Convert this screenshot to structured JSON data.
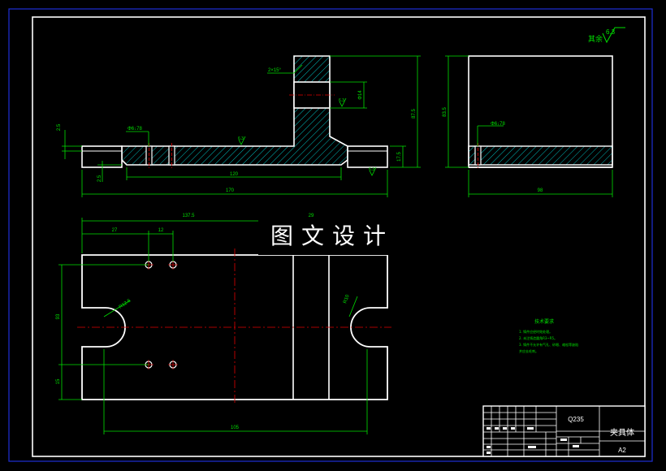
{
  "drawing": {
    "roughness": {
      "symbol_value": "6.3",
      "prefix": "其余"
    },
    "banner": "图文设计",
    "title_block": {
      "material": "Q235",
      "part_name": "夹具体",
      "sheet_size": "A2"
    },
    "front_view": {
      "dims": {
        "total_width": "170",
        "inner_width": "120",
        "total_height": "87.5",
        "flange_height": "17.5",
        "chamfer": "2×15°",
        "hole_spec": "Φ6↓78",
        "left_thickness": "2.5",
        "bottom_step": "2.5",
        "bore": "Φ14"
      },
      "roughness_marks": [
        "6.3",
        "6.3",
        "6.3",
        "6.3"
      ]
    },
    "side_view": {
      "dims": {
        "height": "83.5",
        "width": "98",
        "hole_spec": "Φ6↓78"
      }
    },
    "top_view": {
      "dims": {
        "top_overall": "137.5",
        "slot_width": "29",
        "hole_offset": "27",
        "hole_pitch": "12",
        "left_height": "93",
        "hole_to_edge": "15",
        "bottom_width": "105",
        "left_radius": "R12.5",
        "right_radius": "R10"
      }
    },
    "tech_requirements": {
      "title": "技术要求",
      "lines": [
        "1. 铸件应经时效处理。",
        "2. 未注铸造圆角R3~R5。",
        "3. 铸件不允许有气孔、砂眼、缩松等缺陷",
        "   并应去毛刺。"
      ]
    }
  }
}
